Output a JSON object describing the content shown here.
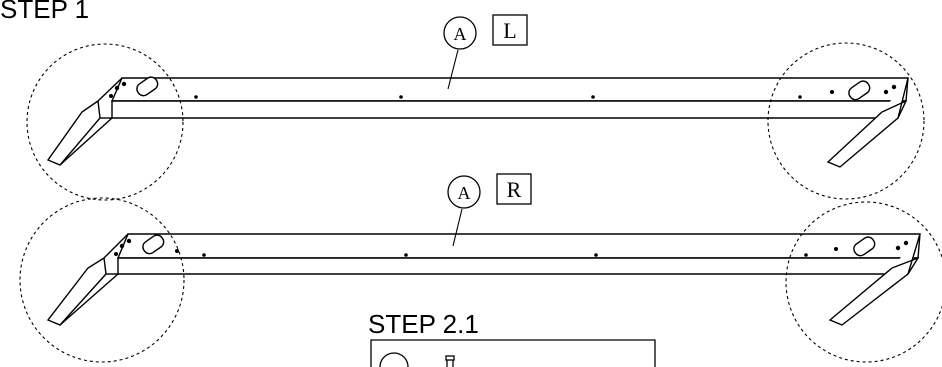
{
  "steps": {
    "step1_title": "STEP 1",
    "step21_title": "STEP 2.1"
  },
  "parts": {
    "upper": {
      "part_letter": "A",
      "side_letter": "L"
    },
    "lower": {
      "part_letter": "A",
      "side_letter": "R"
    }
  }
}
